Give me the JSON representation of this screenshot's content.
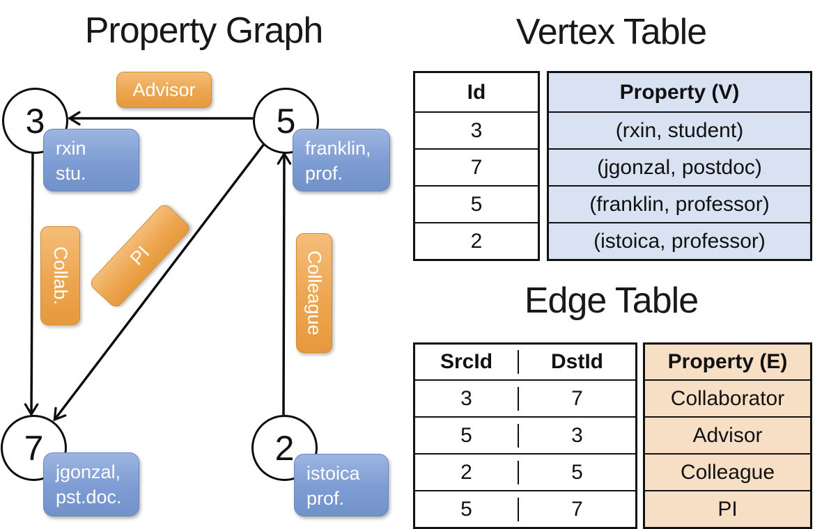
{
  "graph": {
    "title": "Property Graph",
    "nodes": [
      {
        "id": "3",
        "property_lines": [
          "rxin",
          "stu."
        ]
      },
      {
        "id": "5",
        "property_lines": [
          "franklin,",
          "prof."
        ]
      },
      {
        "id": "7",
        "property_lines": [
          "jgonzal,",
          "pst.doc."
        ]
      },
      {
        "id": "2",
        "property_lines": [
          "istoica",
          "prof."
        ]
      }
    ],
    "edge_labels": {
      "advisor": "Advisor",
      "collab": "Collab.",
      "pi": "PI",
      "colleague": "Colleague"
    },
    "edges": [
      {
        "src": "5",
        "dst": "3",
        "label": "Advisor"
      },
      {
        "src": "3",
        "dst": "7",
        "label": "Collaborator"
      },
      {
        "src": "5",
        "dst": "7",
        "label": "PI"
      },
      {
        "src": "2",
        "dst": "5",
        "label": "Colleague"
      }
    ]
  },
  "vertex_table": {
    "title": "Vertex Table",
    "columns": {
      "id": "Id",
      "property": "Property (V)"
    },
    "rows": [
      {
        "id": "3",
        "property": "(rxin, student)"
      },
      {
        "id": "7",
        "property": "(jgonzal, postdoc)"
      },
      {
        "id": "5",
        "property": "(franklin, professor)"
      },
      {
        "id": "2",
        "property": "(istoica, professor)"
      }
    ]
  },
  "edge_table": {
    "title": "Edge Table",
    "columns": {
      "src": "SrcId",
      "dst": "DstId",
      "property": "Property (E)"
    },
    "rows": [
      {
        "src": "3",
        "dst": "7",
        "property": "Collaborator"
      },
      {
        "src": "5",
        "dst": "3",
        "property": "Advisor"
      },
      {
        "src": "2",
        "dst": "5",
        "property": "Colleague"
      },
      {
        "src": "5",
        "dst": "7",
        "property": "PI"
      }
    ]
  },
  "colors": {
    "edge_label_orange": "#EDA64F",
    "vertex_property_blue": "#7D9CD3",
    "vertex_table_cell_bg": "#D8E2F2",
    "edge_table_cell_bg": "#F6DFC4",
    "line_black": "#0C0C0C"
  }
}
